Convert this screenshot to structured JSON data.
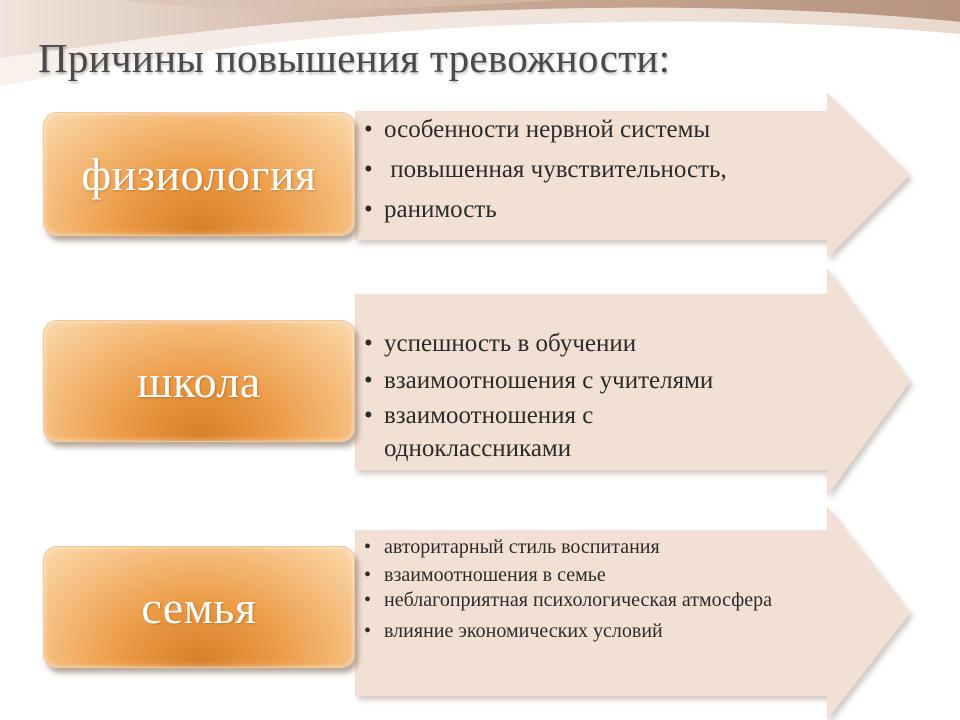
{
  "title": "Причины повышения тревожности:",
  "colors": {
    "box_center": "#d8802a",
    "box_edge": "#fbd9ad",
    "arrow_fill": "#f3e0d4",
    "title_text": "#4a4a4a",
    "decor_top": "#c8a894"
  },
  "rows": [
    {
      "label": "физиология",
      "items": [
        "особенности нервной системы",
        " повышенная чувствительность,",
        "ранимость"
      ]
    },
    {
      "label": "школа",
      "items": [
        "успешность в обучении",
        "взаимоотношения с учителями",
        "взаимоотношения с одноклассниками"
      ]
    },
    {
      "label": "семья",
      "items": [
        "авторитарный стиль воспитания",
        "взаимоотношения в семье",
        "неблагоприятная психологическая атмосфера",
        "влияние экономических условий"
      ]
    }
  ]
}
